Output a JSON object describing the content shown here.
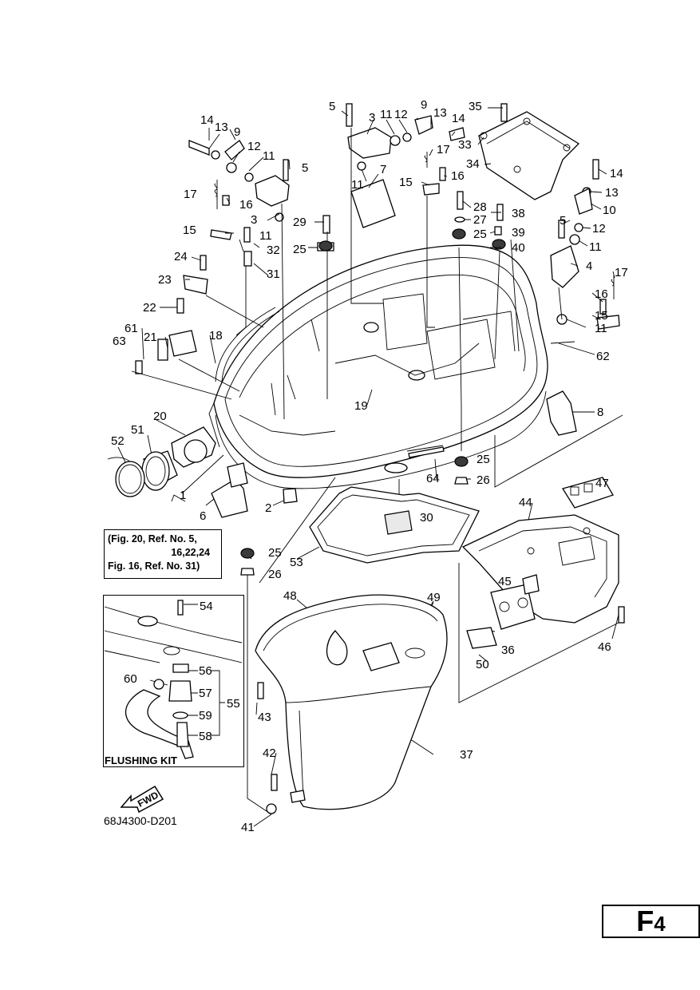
{
  "callouts": [
    {
      "id": "c14a",
      "text": "14"
    },
    {
      "id": "c13a",
      "text": "13"
    },
    {
      "id": "c9a",
      "text": "9"
    },
    {
      "id": "c12a",
      "text": "12"
    },
    {
      "id": "c11a",
      "text": "11"
    },
    {
      "id": "c5a",
      "text": "5"
    },
    {
      "id": "c17a",
      "text": "17"
    },
    {
      "id": "c16a",
      "text": "16"
    },
    {
      "id": "c3a",
      "text": "3"
    },
    {
      "id": "c15a",
      "text": "15"
    },
    {
      "id": "c11b",
      "text": "11"
    },
    {
      "id": "c29",
      "text": "29"
    },
    {
      "id": "c32",
      "text": "32"
    },
    {
      "id": "c25a",
      "text": "25"
    },
    {
      "id": "c24",
      "text": "24"
    },
    {
      "id": "c31",
      "text": "31"
    },
    {
      "id": "c23",
      "text": "23"
    },
    {
      "id": "c22",
      "text": "22"
    },
    {
      "id": "c61",
      "text": "61"
    },
    {
      "id": "c21",
      "text": "21"
    },
    {
      "id": "c63",
      "text": "63"
    },
    {
      "id": "c18",
      "text": "18"
    },
    {
      "id": "c5b",
      "text": "5"
    },
    {
      "id": "c3b",
      "text": "3"
    },
    {
      "id": "c11c",
      "text": "11"
    },
    {
      "id": "c12b",
      "text": "12"
    },
    {
      "id": "c9b",
      "text": "9"
    },
    {
      "id": "c13b",
      "text": "13"
    },
    {
      "id": "c14b",
      "text": "14"
    },
    {
      "id": "c17b",
      "text": "17"
    },
    {
      "id": "c11d",
      "text": "11"
    },
    {
      "id": "c7",
      "text": "7"
    },
    {
      "id": "c15b",
      "text": "15"
    },
    {
      "id": "c16b",
      "text": "16"
    },
    {
      "id": "c35",
      "text": "35"
    },
    {
      "id": "c33",
      "text": "33"
    },
    {
      "id": "c34",
      "text": "34"
    },
    {
      "id": "c28",
      "text": "28"
    },
    {
      "id": "c27",
      "text": "27"
    },
    {
      "id": "c38",
      "text": "38"
    },
    {
      "id": "c25b",
      "text": "25"
    },
    {
      "id": "c39",
      "text": "39"
    },
    {
      "id": "c40",
      "text": "40"
    },
    {
      "id": "c14c",
      "text": "14"
    },
    {
      "id": "c13c",
      "text": "13"
    },
    {
      "id": "c10",
      "text": "10"
    },
    {
      "id": "c5c",
      "text": "5"
    },
    {
      "id": "c12c",
      "text": "12"
    },
    {
      "id": "c11e",
      "text": "11"
    },
    {
      "id": "c4",
      "text": "4"
    },
    {
      "id": "c17c",
      "text": "17"
    },
    {
      "id": "c16c",
      "text": "16"
    },
    {
      "id": "c15c",
      "text": "15"
    },
    {
      "id": "c11f",
      "text": "11"
    },
    {
      "id": "c62",
      "text": "62"
    },
    {
      "id": "c19",
      "text": "19"
    },
    {
      "id": "c8",
      "text": "8"
    },
    {
      "id": "c20",
      "text": "20"
    },
    {
      "id": "c51",
      "text": "51"
    },
    {
      "id": "c52",
      "text": "52"
    },
    {
      "id": "c1",
      "text": "1"
    },
    {
      "id": "c6",
      "text": "6"
    },
    {
      "id": "c2",
      "text": "2"
    },
    {
      "id": "c25c",
      "text": "25"
    },
    {
      "id": "c26a",
      "text": "26"
    },
    {
      "id": "c64",
      "text": "64"
    },
    {
      "id": "c47",
      "text": "47"
    },
    {
      "id": "c44",
      "text": "44"
    },
    {
      "id": "c30",
      "text": "30"
    },
    {
      "id": "c53",
      "text": "53"
    },
    {
      "id": "c25d",
      "text": "25"
    },
    {
      "id": "c26b",
      "text": "26"
    },
    {
      "id": "c45",
      "text": "45"
    },
    {
      "id": "c54",
      "text": "54"
    },
    {
      "id": "c48",
      "text": "48"
    },
    {
      "id": "c49",
      "text": "49"
    },
    {
      "id": "c36",
      "text": "36"
    },
    {
      "id": "c50",
      "text": "50"
    },
    {
      "id": "c46",
      "text": "46"
    },
    {
      "id": "c56",
      "text": "56"
    },
    {
      "id": "c60",
      "text": "60"
    },
    {
      "id": "c57",
      "text": "57"
    },
    {
      "id": "c55",
      "text": "55"
    },
    {
      "id": "c59",
      "text": "59"
    },
    {
      "id": "c58",
      "text": "58"
    },
    {
      "id": "c43",
      "text": "43"
    },
    {
      "id": "c37",
      "text": "37"
    },
    {
      "id": "c42",
      "text": "42"
    },
    {
      "id": "c41",
      "text": "41"
    }
  ],
  "reference_note": {
    "line1": "(Fig. 20, Ref. No. 5,",
    "line2": "16,22,24",
    "line3": "Fig. 16, Ref. No. 31)"
  },
  "flushing_kit_label": "FLUSHING KIT",
  "fwd_label": "FWD",
  "document_code": "68J4300-D201",
  "page_badge": {
    "letter": "F",
    "number": "4"
  }
}
